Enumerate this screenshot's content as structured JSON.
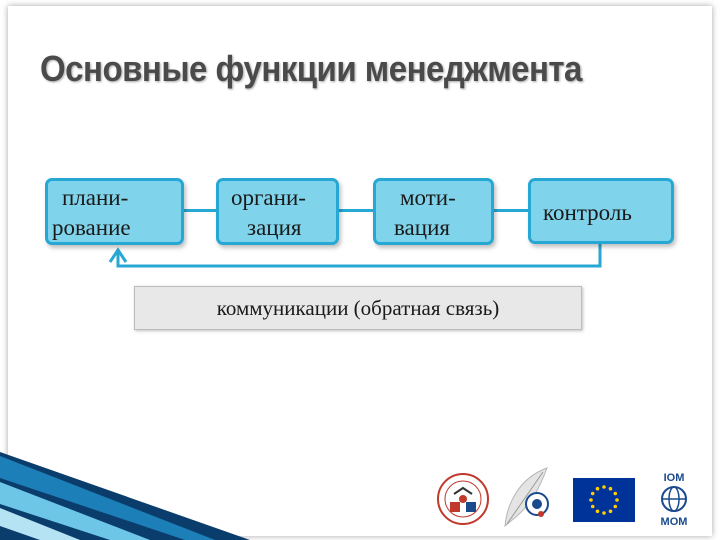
{
  "slide": {
    "title": "Основные функции менеджмента",
    "functions": [
      {
        "line1": "плани-",
        "line2": "рование"
      },
      {
        "line1": "органи-",
        "line2": "зация"
      },
      {
        "line1": "моти-",
        "line2": "вация"
      },
      {
        "line1": "контроль"
      }
    ],
    "communication": "коммуникации  (обратная связь)"
  },
  "logos": {
    "logo1": "organization-round-seal",
    "logo2": "feather-emblem",
    "logo3": "eu-flag",
    "logo4": {
      "top": "IOM",
      "bottom": "МОМ"
    }
  },
  "colors": {
    "box_fill": "#7fd3ea",
    "box_border": "#27a8d4",
    "accent_dark": "#0a3d6b",
    "eu_blue": "#003399",
    "eu_star": "#ffcc00",
    "iom_blue": "#1a4a8c"
  }
}
